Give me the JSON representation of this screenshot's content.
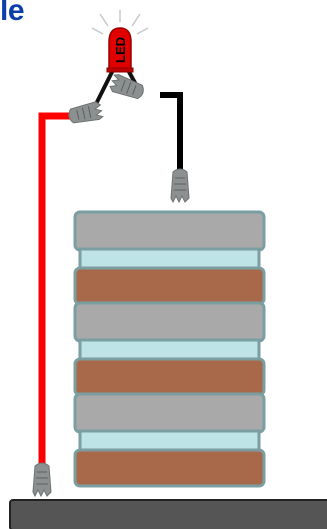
{
  "title_fragment": "le",
  "led": {
    "label": "LED",
    "body_color": "#e00000",
    "glow_color": "#c8c8c8"
  },
  "wires": {
    "red_color": "#ff0000",
    "black_color": "#000000"
  },
  "clips": {
    "count": 4,
    "color": "#8c9090"
  },
  "battery_stack": {
    "cells": 3,
    "layers": [
      {
        "material": "zinc",
        "color": "#a9a9a9"
      },
      {
        "material": "electrolyte",
        "color": "#bfe4e8"
      },
      {
        "material": "copper",
        "color": "#a8694a"
      },
      {
        "material": "zinc",
        "color": "#a9a9a9"
      },
      {
        "material": "electrolyte",
        "color": "#bfe4e8"
      },
      {
        "material": "copper",
        "color": "#a8694a"
      },
      {
        "material": "zinc",
        "color": "#a9a9a9"
      },
      {
        "material": "electrolyte",
        "color": "#bfe4e8"
      },
      {
        "material": "copper",
        "color": "#a8694a"
      }
    ],
    "outline_color": "#7a9ea2"
  },
  "base": {
    "color": "#555555"
  },
  "title_color": "#0d3fa8"
}
